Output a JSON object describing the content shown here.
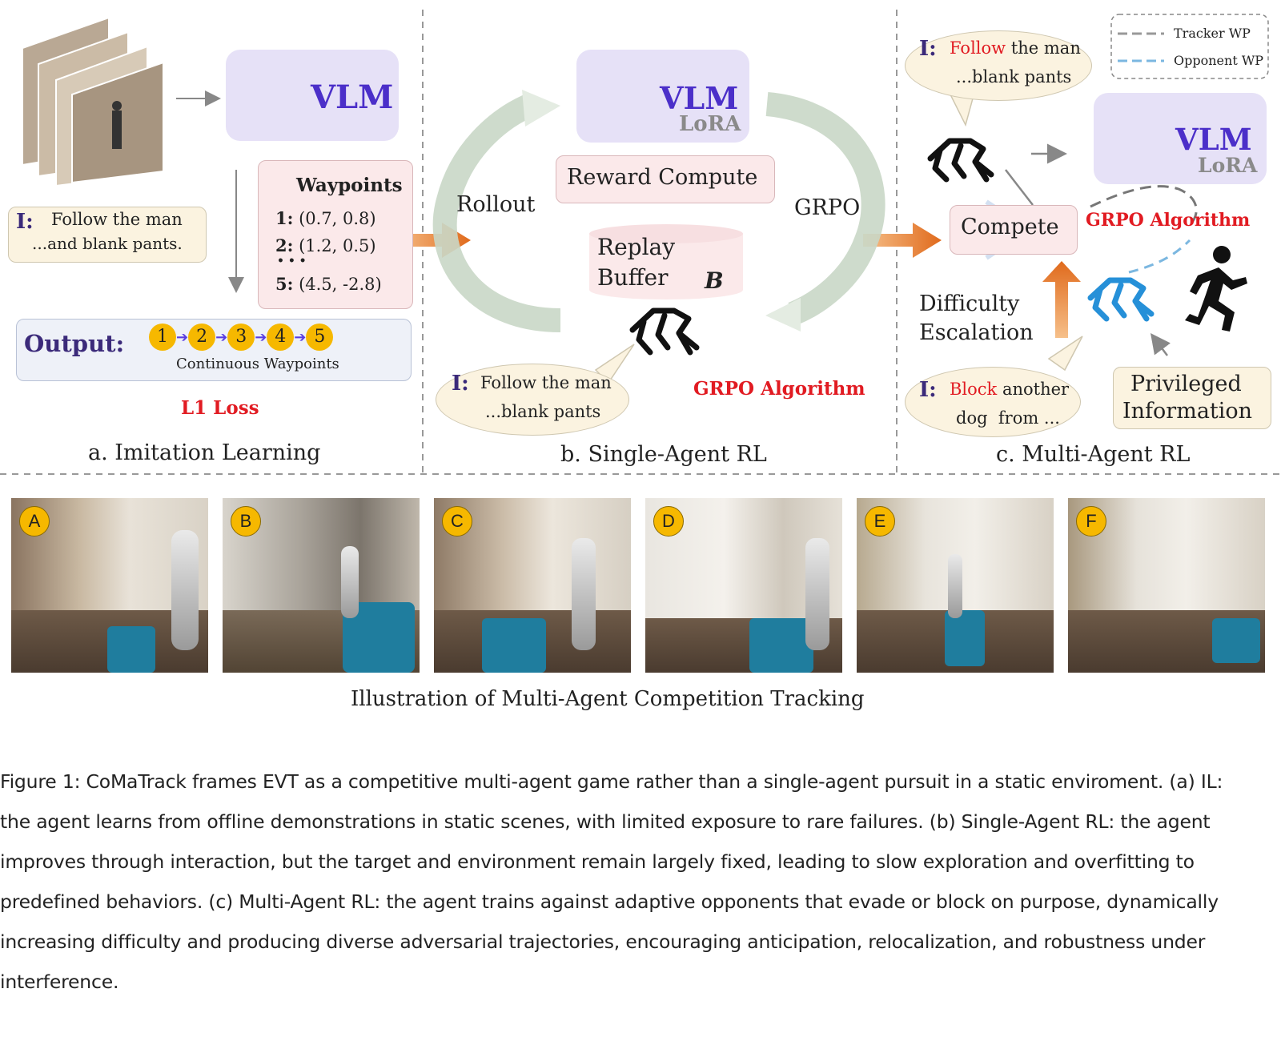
{
  "panel_a": {
    "vlm_label": "VLM",
    "instruction_prefix": "I:",
    "instruction_line1": "Follow the man",
    "instruction_line2": "...and blank pants.",
    "waypoints_title": "Waypoints",
    "wp1_num": "1:",
    "wp1": "(0.7, 0.8)",
    "wp2_num": "2:",
    "wp2": "(1.2, 0.5)",
    "wp_dots": "• • •",
    "wp5_num": "5:",
    "wp5": "(4.5, -2.8)",
    "output_label": "Output:",
    "output_nums": [
      "1",
      "2",
      "3",
      "4",
      "5"
    ],
    "output_sub": "Continuous Waypoints",
    "loss": "L1 Loss",
    "title": "a. Imitation Learning"
  },
  "panel_b": {
    "vlm_label": "VLM",
    "lora_label": "LoRA",
    "reward": "Reward Compute",
    "rollout": "Rollout",
    "grpo": "GRPO",
    "replay_line1": "Replay",
    "replay_line2": "Buffer",
    "replay_symbol": "B",
    "instruction_prefix": "I:",
    "instruction_line1": "Follow the man",
    "instruction_line2": "...blank pants",
    "grpo_algorithm": "GRPO Algorithm",
    "title": "b. Single-Agent RL"
  },
  "panel_c": {
    "legend_tracker": "Tracker WP",
    "legend_opponent": "Opponent WP",
    "instruction_prefix": "I:",
    "instruction_red": "Follow",
    "instruction_rest": "the man",
    "instruction_line2": "...blank pants",
    "vlm_label": "VLM",
    "lora_label": "LoRA",
    "compete": "Compete",
    "grpo_algorithm": "GRPO Algorithm",
    "difficulty_line1": "Difficulty",
    "difficulty_line2": "Escalation",
    "block_prefix": "I:",
    "block_red": "Block",
    "block_rest": "another",
    "block_line2": "dog  from ...",
    "privileged_line1": "Privileged",
    "privileged_line2": "Information",
    "title": "c. Multi-Agent RL"
  },
  "frames": {
    "labels": [
      "A",
      "B",
      "C",
      "D",
      "E",
      "F"
    ],
    "title": "Illustration of Multi-Agent Competition Tracking"
  },
  "colors": {
    "vlm_purple": "#4b2fc9",
    "red_text": "#e11b22",
    "orange_arrow": "#e8782a",
    "tracker_wp": "#999999",
    "opponent_wp": "#7bb7e0",
    "badge_yellow": "#f6b800"
  },
  "caption": {
    "line1": "Figure 1: CoMaTrack frames EVT as a competitive multi-agent game rather than a single-agent pursuit in a static enviroment. (a) IL:",
    "line2": "the agent learns from offline demonstrations in static scenes, with limited exposure to rare failures. (b) Single-Agent RL: the agent",
    "line3": "improves through interaction, but the target and environment remain largely fixed, leading to slow exploration and overfitting to",
    "line4": "predefined behaviors. (c) Multi-Agent RL: the agent trains against adaptive opponents that evade or block on purpose, dynamically",
    "line5": "increasing difficulty and producing diverse adversarial trajectories, encouraging anticipation, relocalization, and robustness under",
    "line6": "interference."
  }
}
